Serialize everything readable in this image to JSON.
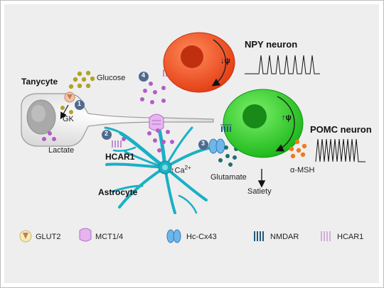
{
  "labels": {
    "tanycyte": "Tanycyte",
    "glucose": "Glucose",
    "gk": "GK",
    "lactate": "Lactate",
    "hcar1": "HCAR1",
    "astrocyte": "Astrocyte",
    "ca_base": "Ca",
    "ca_sup": "2+",
    "glutamate": "Glutamate",
    "satiety": "Satiety",
    "npy_neuron": "NPY neuron",
    "pomc_neuron": "POMC neuron",
    "alpha_msh": "α-MSH",
    "psi_npy": "↓ψ",
    "psi_pomc": "↑ψ"
  },
  "steps": [
    "1",
    "2",
    "3",
    "4"
  ],
  "legend": [
    {
      "icon": "glut2-icon",
      "label": "GLUT2"
    },
    {
      "icon": "mct-icon",
      "label": "MCT1/4"
    },
    {
      "icon": "hc-cx43-icon",
      "label": "Hc-Cx43"
    },
    {
      "icon": "nmdar-icon",
      "label": "NMDAR"
    },
    {
      "icon": "hcar1-icon",
      "label": "HCAR1"
    }
  ],
  "colors": {
    "npy": "#e8401c",
    "pomc": "#22c51e",
    "astrocyte": "#1ab0c4",
    "glucose": "#b2a227",
    "lactate": "#b45ac8",
    "msh": "#f07a1c"
  }
}
